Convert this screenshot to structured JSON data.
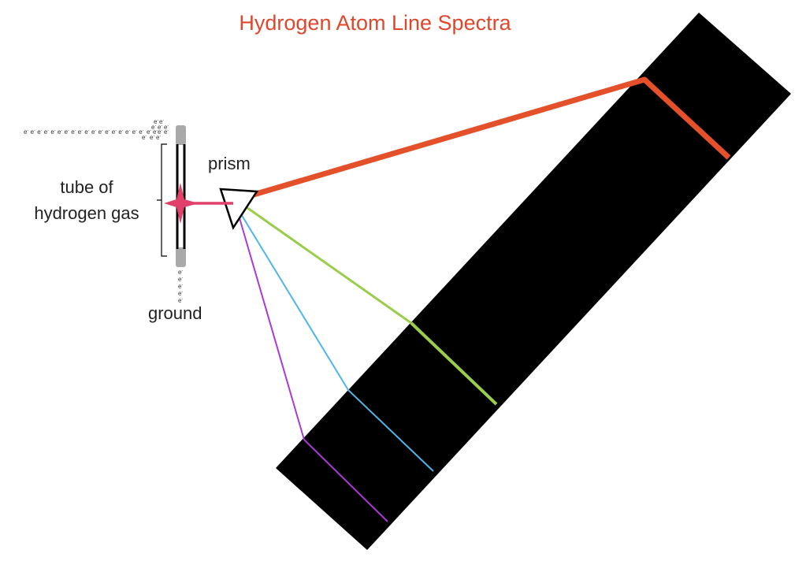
{
  "title": "Hydrogen Atom Line Spectra",
  "labels": {
    "tube": [
      "tube of",
      "hydrogen gas"
    ],
    "prism": "prism",
    "ground": "ground"
  },
  "electron_symbol": "e",
  "electron_charge": "-",
  "spectral_lines": [
    {
      "name": "red",
      "color": "#e4502a"
    },
    {
      "name": "green",
      "color": "#9acd4c"
    },
    {
      "name": "blue",
      "color": "#4fb4e8"
    },
    {
      "name": "violet",
      "color": "#a93ad6"
    }
  ],
  "colors": {
    "title": "#e0462b",
    "screen": "#000000",
    "emission": "#e0406a",
    "electrode": "#a9a9a9",
    "tube": "#000000"
  }
}
